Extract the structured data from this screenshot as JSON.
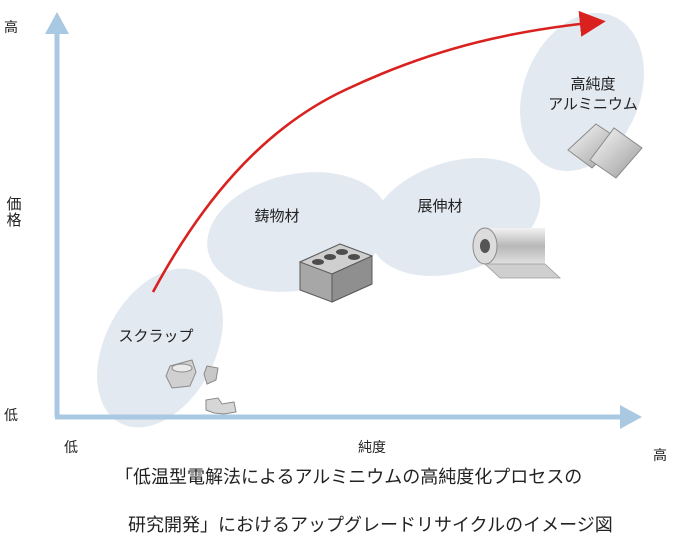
{
  "y_axis": {
    "high": "高",
    "label": "価格",
    "low": "低"
  },
  "x_axis": {
    "low": "低",
    "label": "純度",
    "high": "高"
  },
  "stages": [
    {
      "label": "スクラップ",
      "icon": "scrap-metal-icon"
    },
    {
      "label": "鋳物材",
      "icon": "engine-block-icon"
    },
    {
      "label": "展伸材",
      "icon": "aluminum-roll-icon"
    },
    {
      "label": "高純度\nアルミニウム",
      "icon": "aluminum-sheets-icon"
    }
  ],
  "colors": {
    "axis": "#a9c8e2",
    "blob": "#e3e9f1",
    "arrow": "#d9211f"
  },
  "caption": {
    "line1": "「低温型電解法によるアルミニウムの高純度化プロセスの",
    "line2": "研究開発」におけるアップグレードリサイクルのイメージ図"
  }
}
